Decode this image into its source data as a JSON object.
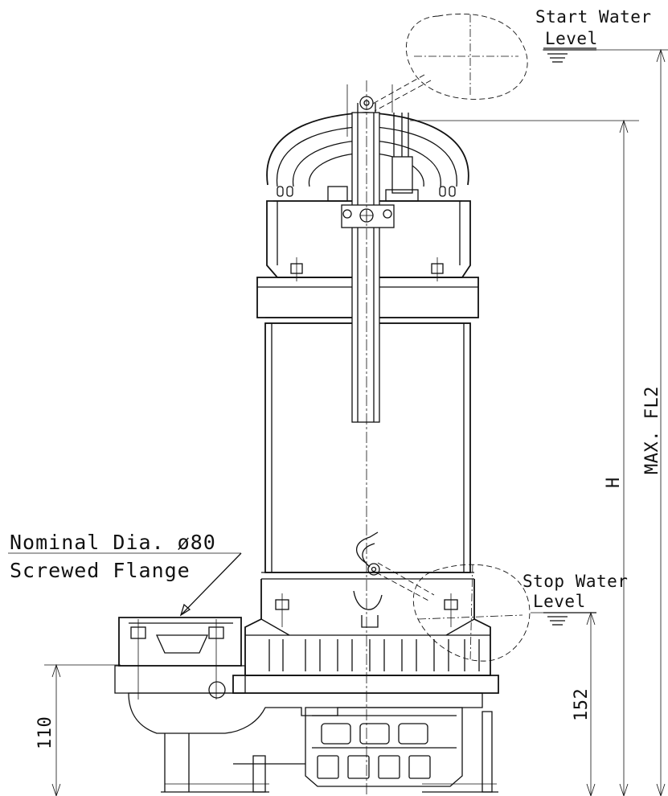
{
  "labels": {
    "start_water_level_1": "Start Water",
    "start_water_level_2": "Level",
    "stop_water_level_1": "Stop Water",
    "stop_water_level_2": "Level",
    "flange_1": "Nominal Dia. ø80",
    "flange_2": "Screwed Flange"
  },
  "dimensions": {
    "height": "H",
    "max_fl": "MAX. FL2",
    "stop_level_height": "152",
    "flange_height": "110"
  }
}
